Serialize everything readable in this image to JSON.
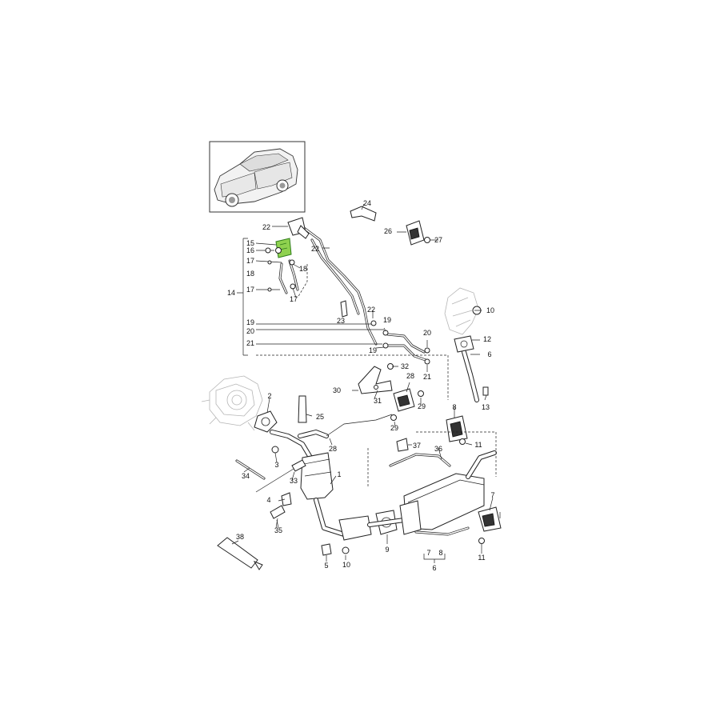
{
  "diagram": {
    "callouts": {
      "c1": "1",
      "c2": "2",
      "c3": "3",
      "c4": "4",
      "c5": "5",
      "c6": "6",
      "c6b": "6",
      "c7": "7",
      "c7b": "7",
      "c8": "8",
      "c8b": "8",
      "c9": "9",
      "c10": "10",
      "c10b": "10",
      "c11": "11",
      "c11b": "11",
      "c12": "12",
      "c13": "13",
      "c14": "14",
      "c15": "15",
      "c16": "16",
      "c17": "17",
      "c17b": "17",
      "c17c": "17",
      "c18": "18",
      "c18b": "18",
      "c19": "19",
      "c19b": "19",
      "c19c": "19",
      "c20": "20",
      "c20b": "20",
      "c21": "21",
      "c21b": "21",
      "c22": "22",
      "c22b": "22",
      "c22c": "22",
      "c23": "23",
      "c24": "24",
      "c25": "25",
      "c26": "26",
      "c27": "27",
      "c28": "28",
      "c28b": "28",
      "c29": "29",
      "c29b": "29",
      "c30": "30",
      "c31": "31",
      "c32": "32",
      "c33": "33",
      "c34": "34",
      "c35": "35",
      "c36": "36",
      "c37": "37",
      "c38": "38"
    },
    "highlight_color": "#8fd14f",
    "line_color": "#222222",
    "ghost_color": "#b5b5b5"
  }
}
